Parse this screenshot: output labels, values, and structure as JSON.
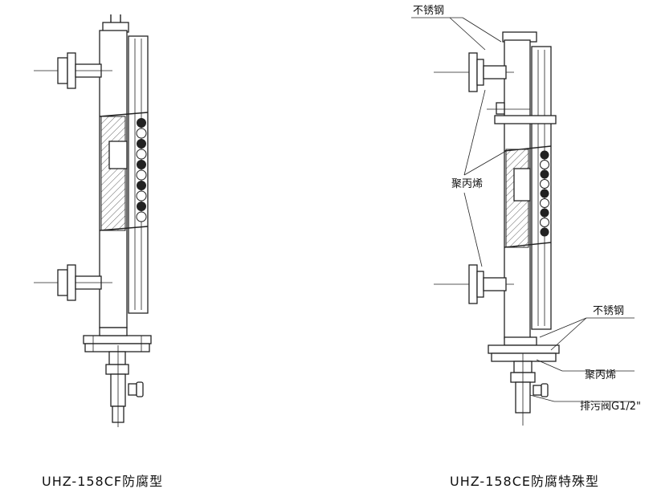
{
  "left_device": {
    "caption": "UHZ-158CF防腐型"
  },
  "right_device": {
    "caption": "UHZ-158CE防腐特殊型",
    "labels": {
      "stainless_top": "不锈钢",
      "polypropylene_mid": "聚丙烯",
      "stainless_bottom": "不锈钢",
      "polypropylene_bottom": "聚丙烯",
      "drain_valve": "排污阀G1/2\""
    }
  }
}
